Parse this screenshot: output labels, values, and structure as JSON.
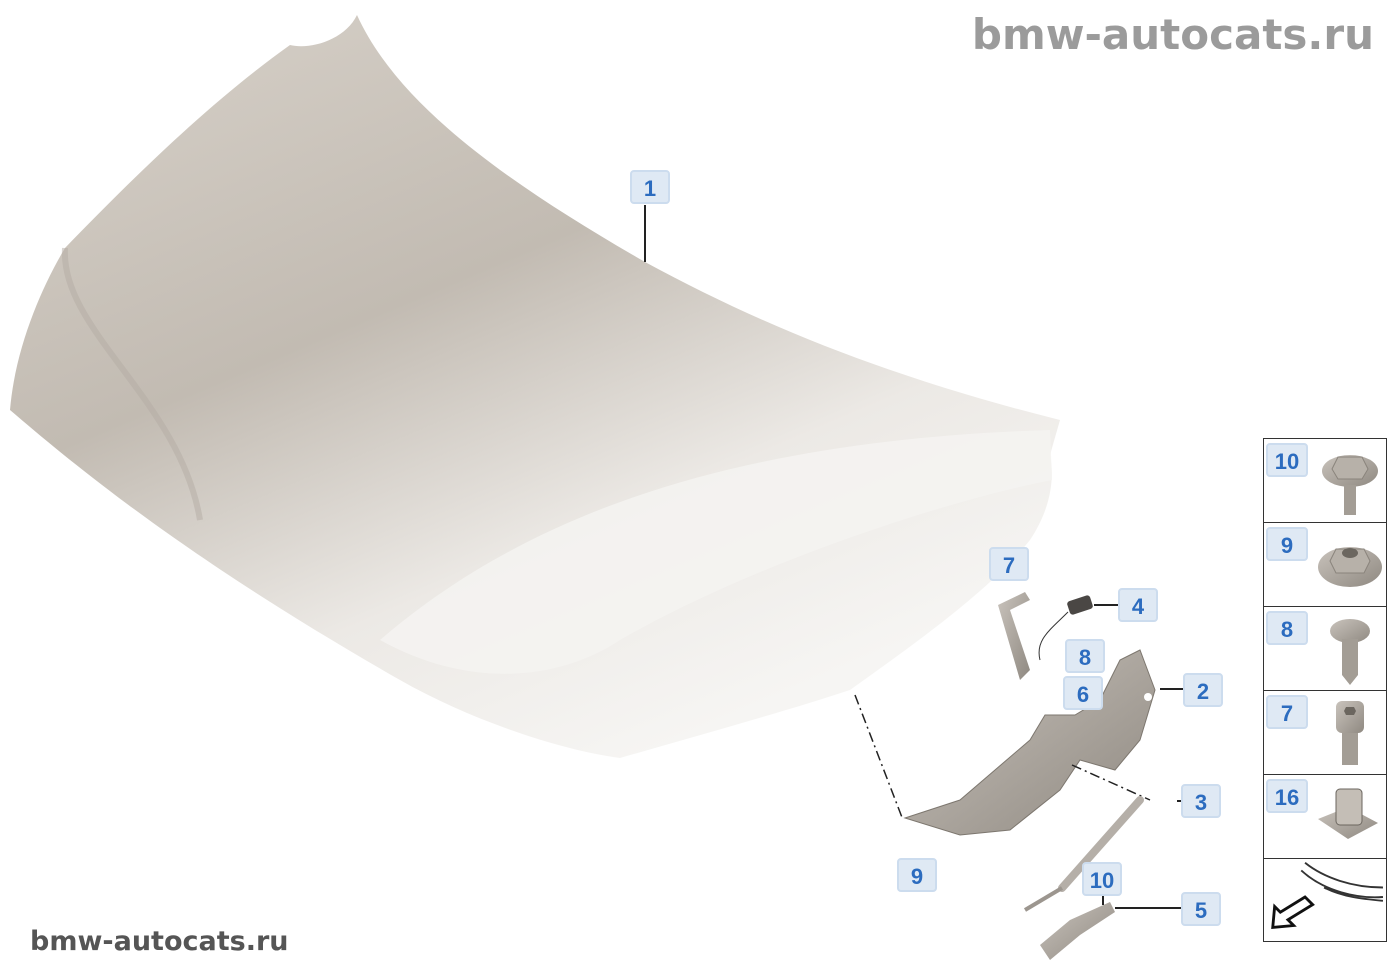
{
  "watermarks": {
    "top": "bmw-autocats.ru",
    "bottom": "bmw-autocats.ru"
  },
  "callouts": {
    "hood": "1",
    "hinge": "2",
    "gas_strut": "3",
    "connector": "4",
    "bracket": "5",
    "screw_6": "6",
    "bolt_7": "7",
    "bolt_8": "8",
    "nut_9": "9",
    "bolt_10": "10"
  },
  "legend": [
    {
      "label": "10",
      "icon": "collar-bolt-icon"
    },
    {
      "label": "9",
      "icon": "collar-nut-icon"
    },
    {
      "label": "8",
      "icon": "hex-bolt-icon"
    },
    {
      "label": "7",
      "icon": "socket-head-bolt-icon"
    },
    {
      "label": "16",
      "icon": "clip-nut-icon"
    },
    {
      "label": "",
      "icon": "vehicle-front-arrow-icon"
    }
  ],
  "colors": {
    "callout_text": "#2c6cbf",
    "callout_bg": "#dfe9f4",
    "part_metal": "#a9a39c"
  }
}
